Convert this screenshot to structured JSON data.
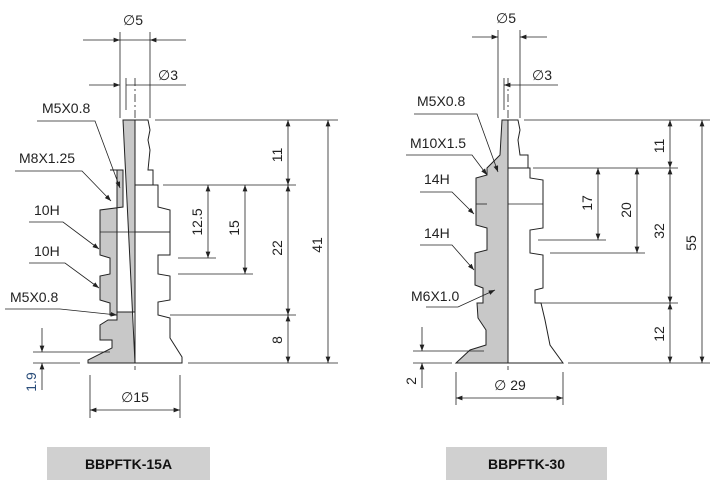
{
  "models": [
    {
      "name": "BBPFTK-15A",
      "dims": {
        "d_top": "∅5",
        "d_inner": "∅3",
        "h_barb": "11",
        "h_mid": "22",
        "h_pad": "8",
        "h_total": "41",
        "h_a": "12.5",
        "h_b": "15",
        "d_pad": "∅15",
        "lip": "1.9"
      },
      "labels": [
        "M5X0.8",
        "M8X1.25",
        "10H",
        "10H",
        "M5X0.8"
      ]
    },
    {
      "name": "BBPFTK-30",
      "dims": {
        "d_top": "∅5",
        "d_inner": "∅3",
        "h_barb": "11",
        "h_mid": "32",
        "h_pad": "12",
        "h_total": "55",
        "h_a": "17",
        "h_b": "20",
        "d_pad": "∅ 29",
        "lip": "2"
      },
      "labels": [
        "M5X0.8",
        "M10X1.5",
        "14H",
        "14H",
        "M6X1.0"
      ]
    }
  ]
}
